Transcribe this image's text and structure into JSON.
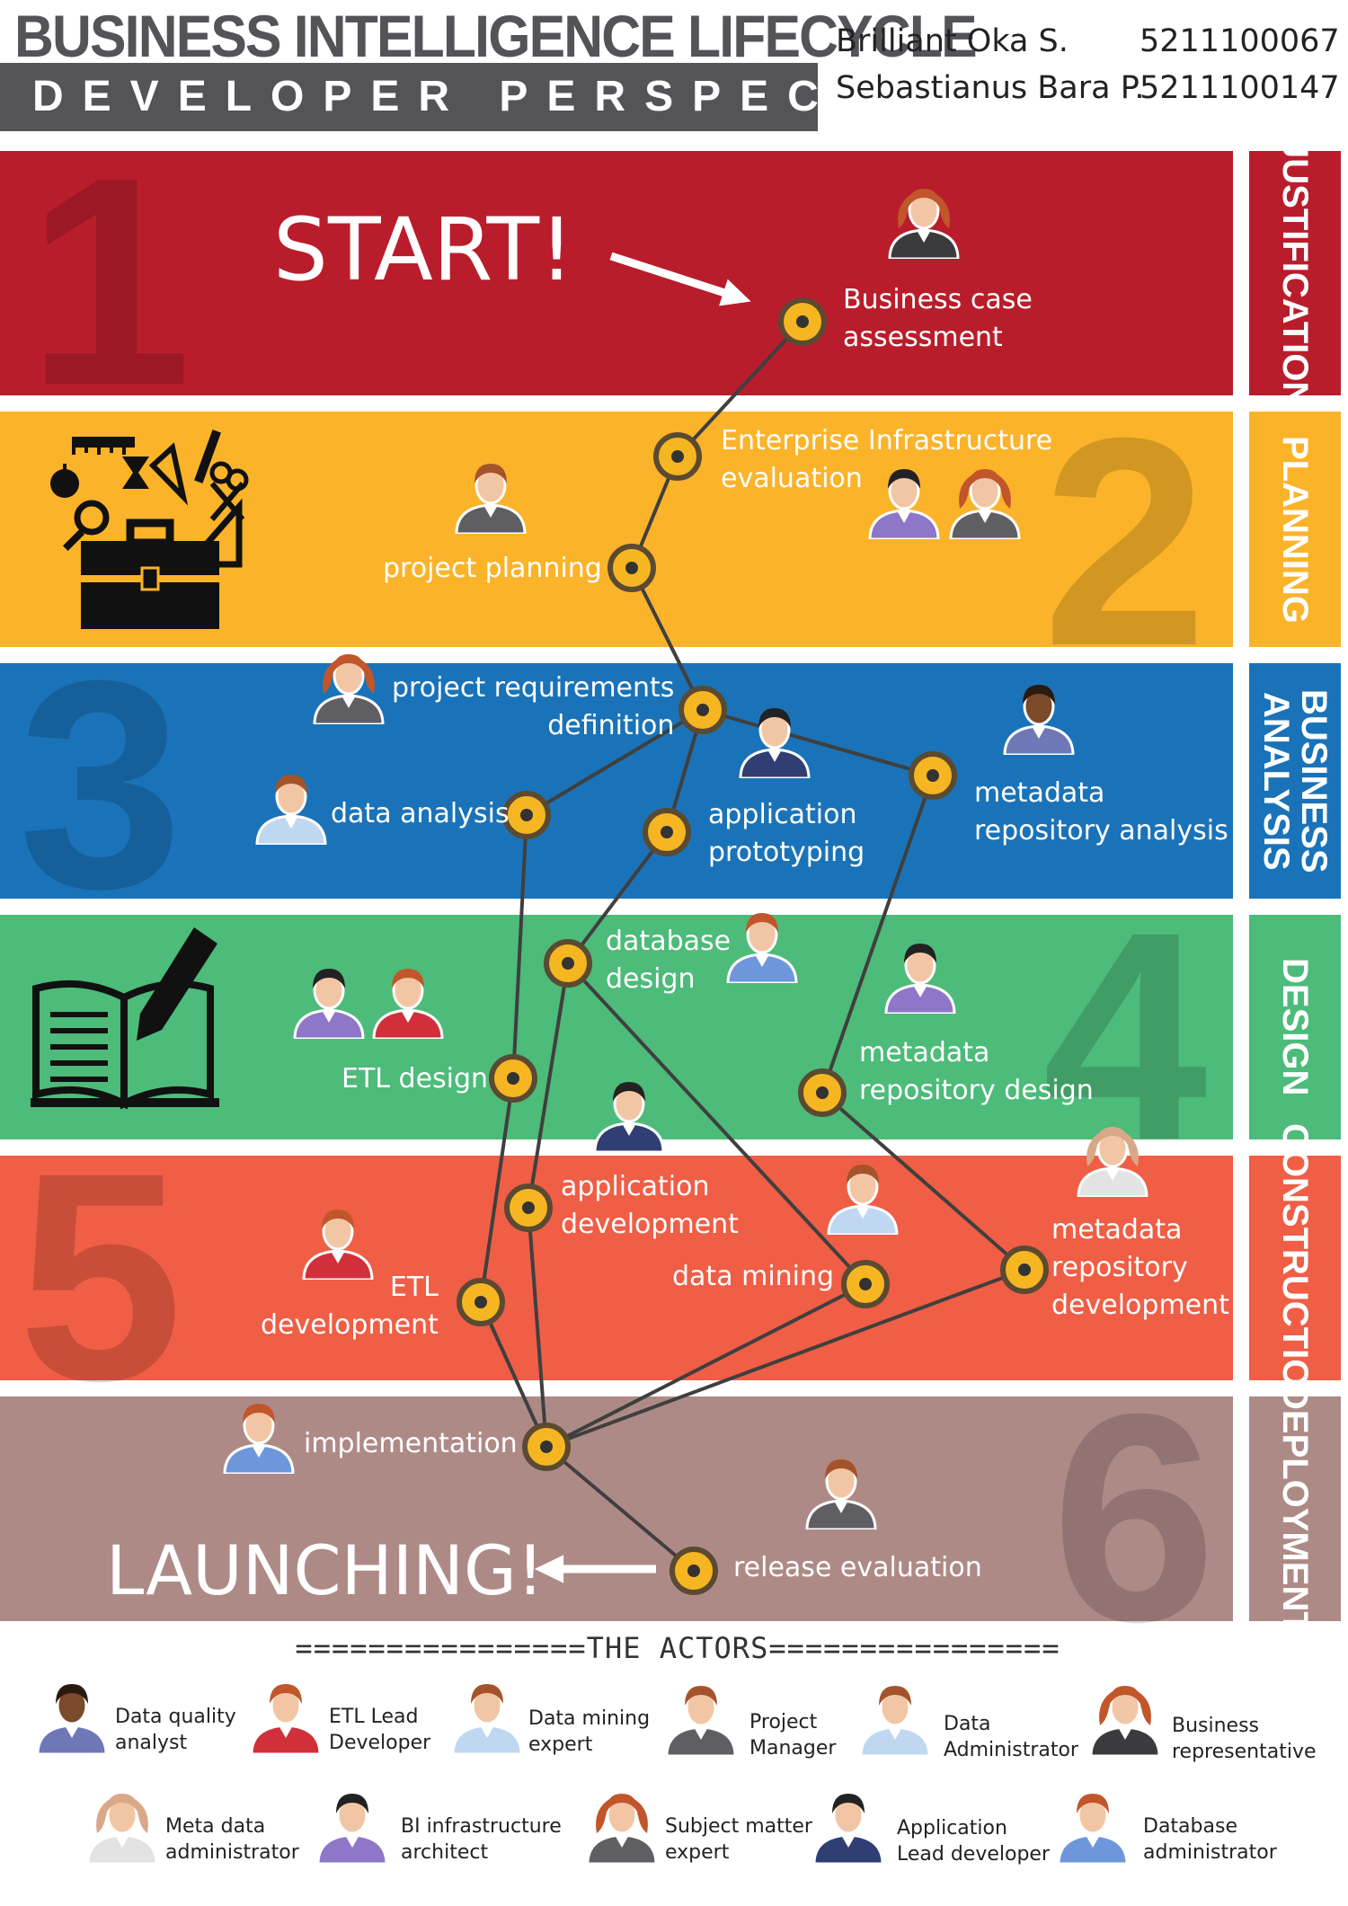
{
  "header": {
    "title": "BUSINESS INTELLIGENCE LIFECYCLE",
    "subtitle": "DEVELOPER PERSPECTIVE",
    "authors": [
      {
        "name": "Brilliant Oka S.",
        "id": "5211100067"
      },
      {
        "name": "Sebastianus Bara P.",
        "id": "5211100147"
      }
    ]
  },
  "bands": [
    {
      "number": "1",
      "label": "JUSTIFICATION",
      "color": "#B91D2B"
    },
    {
      "number": "2",
      "label": "PLANNING",
      "color": "#FBB32A"
    },
    {
      "number": "3",
      "label": "BUSINESS\nANALYSIS",
      "color": "#1A73B8"
    },
    {
      "number": "4",
      "label": "DESIGN",
      "color": "#4DBB79"
    },
    {
      "number": "5",
      "label": "CONSTRUCTION",
      "color": "#EF5E45"
    },
    {
      "number": "6",
      "label": "DEPLOYMENT",
      "color": "#AE8A87"
    }
  ],
  "start_label": "START!",
  "end_label": "LAUNCHING!",
  "steps": {
    "business_case": "Business case\nassessment",
    "enterprise_infra": "Enterprise Infrastructure\nevaluation",
    "project_planning": "project planning",
    "requirements": "project requirements\ndefinition",
    "data_analysis": "data analysis",
    "app_prototyping": "application\nprototyping",
    "metadata_analysis": "metadata\nrepository analysis",
    "database_design": "database\ndesign",
    "etl_design": "ETL design",
    "metadata_design": "metadata\nrepository design",
    "app_development": "application\ndevelopment",
    "etl_development": "ETL\ndevelopment",
    "data_mining": "data mining",
    "metadata_development": "metadata\nrepository\ndevelopment",
    "implementation": "implementation",
    "release_evaluation": "release evaluation"
  },
  "actors_title": "================THE ACTORS================",
  "actors": [
    {
      "label": "Data quality\nanalyst",
      "skin": "#7A4A2A",
      "hair": "#2a1a10",
      "shirt": "#6F78B6"
    },
    {
      "label": "ETL Lead\nDeveloper",
      "skin": "#F2C6A5",
      "hair": "#C1562B",
      "shirt": "#D1303A"
    },
    {
      "label": "Data mining\nexpert",
      "skin": "#F2C6A5",
      "hair": "#A4532B",
      "shirt": "#BFD7F1"
    },
    {
      "label": "Project\nManager",
      "skin": "#F2C6A5",
      "hair": "#A4532B",
      "shirt": "#5F5F63"
    },
    {
      "label": "Data\nAdministrator",
      "skin": "#F2C6A5",
      "hair": "#A4532B",
      "shirt": "#BFD7F1"
    },
    {
      "label": "Business\nrepresentative",
      "skin": "#F2C6A5",
      "hair": "#C1562B",
      "shirt": "#3B3B3D"
    },
    {
      "label": "Meta data\nadministrator",
      "skin": "#F2C6A5",
      "hair": "#D9A889",
      "shirt": "#E3E3E3"
    },
    {
      "label": "BI infrastructure\narchitect",
      "skin": "#F2C6A5",
      "hair": "#222222",
      "shirt": "#8E76C8"
    },
    {
      "label": "Subject matter\nexpert",
      "skin": "#F2C6A5",
      "hair": "#C1562B",
      "shirt": "#5F5F63"
    },
    {
      "label": "Application\nLead developer",
      "skin": "#F2C6A5",
      "hair": "#222222",
      "shirt": "#2F3E73"
    },
    {
      "label": "Database\nadministrator",
      "skin": "#F2C6A5",
      "hair": "#C1562B",
      "shirt": "#6E97DB"
    }
  ],
  "colors": {
    "node_fill": "#F6B621",
    "node_ring": "#5A4A32",
    "path": "#3F3F3F",
    "header_gray": "#545458"
  }
}
